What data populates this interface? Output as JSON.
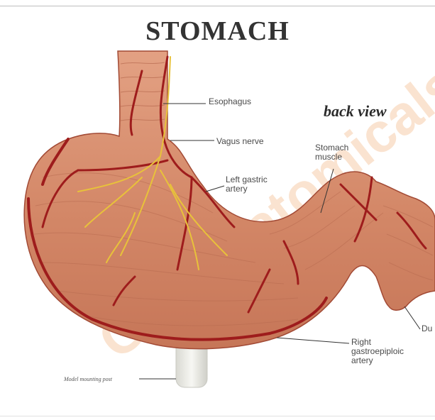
{
  "title": "STOMACH",
  "view_label": "back view",
  "labels": {
    "esophagus": "Esophagus",
    "vagus_nerve": "Vagus nerve",
    "stomach_muscle": "Stomach\nmuscle",
    "left_gastric_artery": "Left gastric\nartery",
    "duodenum": "Du",
    "right_gastroepiploic_artery": "Right\ngastroepiploic\nartery",
    "model_mounting_post": "Model mounting post"
  },
  "watermark_text": "GPI Anatomicals",
  "colors": {
    "tissue": "#d98c6e",
    "tissue_dark": "#b5654a",
    "artery": "#9e1c1c",
    "nerve": "#e8c23a",
    "post": "#ecece6",
    "watermark": "#f0c9a4"
  }
}
